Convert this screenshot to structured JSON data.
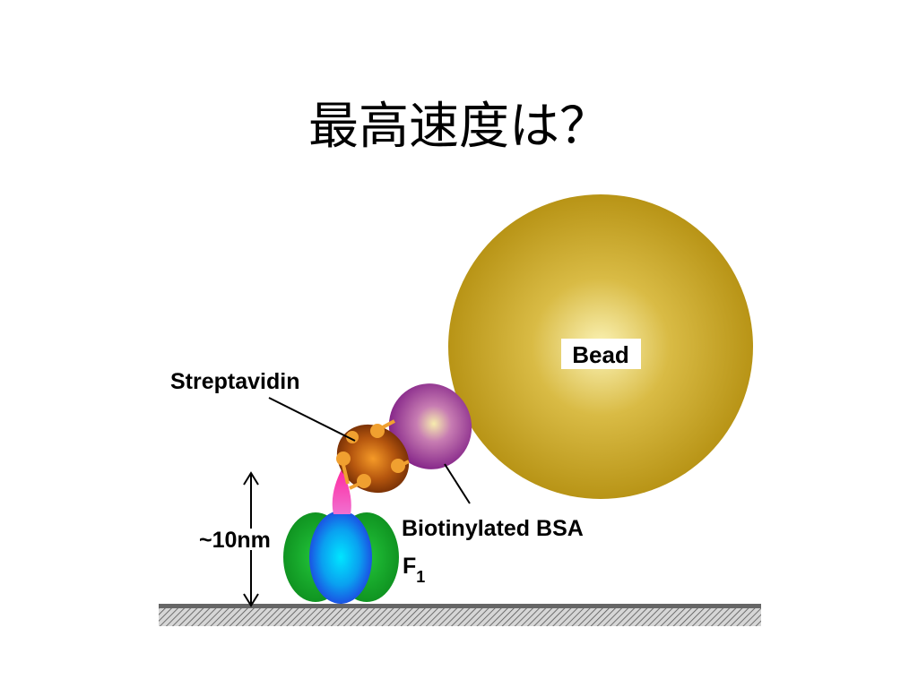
{
  "slide": {
    "title": "最高速度は？"
  },
  "diagram": {
    "labels": {
      "bead": "Bead",
      "streptavidin": "Streptavidin",
      "biotinylated_bsa": "Biotinylated BSA",
      "f1_main": "F",
      "f1_sub": "1",
      "height": "~10nm"
    },
    "colors": {
      "bead": "#c8a424",
      "bead_highlight": "#fbf3b6",
      "bsa": "#8a1f8a",
      "bsa_highlight": "#f3e6a6",
      "streptavidin": "#8a3a08",
      "streptavidin_highlight": "#f08a1a",
      "biotin": "#f0a030",
      "f1_outer": "#149e28",
      "f1_center": "#00dcff",
      "f1_center_edge": "#1f3fe0",
      "gamma_subunit": "#e0208a",
      "glass": "#9a9a9a"
    }
  }
}
